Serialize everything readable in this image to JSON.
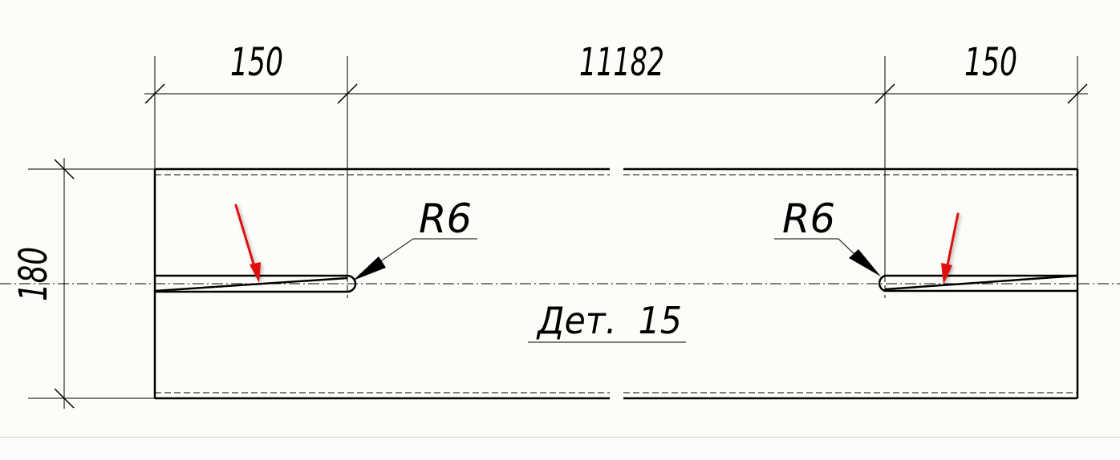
{
  "drawing": {
    "dimensions": {
      "left_length": "150",
      "middle_length": "11182",
      "right_length": "150",
      "height": "180"
    },
    "radius_left": "R6",
    "radius_right": "R6",
    "part_label": "Дет.  15",
    "colors": {
      "line": "#000000",
      "highlight_arrow": "#e01010",
      "background": "#fcfcf9"
    }
  }
}
